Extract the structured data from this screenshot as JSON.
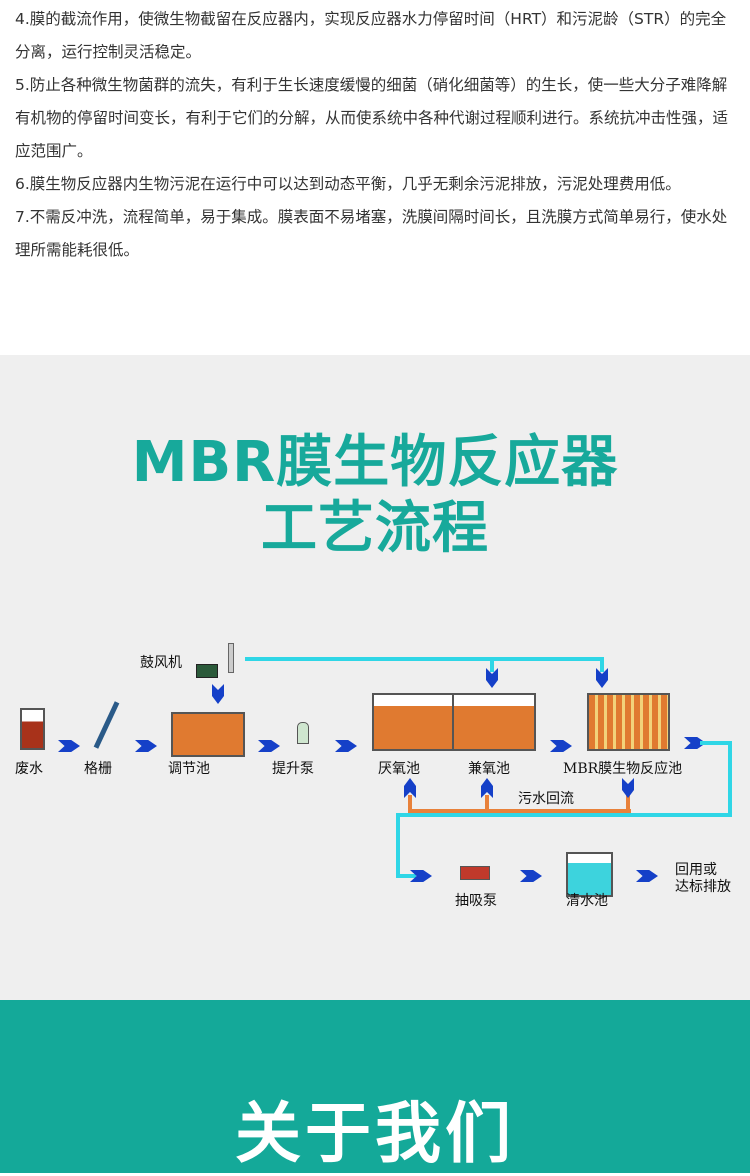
{
  "paragraphs": [
    "4.膜的截流作用，使微生物截留在反应器内，实现反应器水力停留时间（HRT）和污泥龄（STR）的完全分离，运行控制灵活稳定。",
    "5.防止各种微生物菌群的流失，有利于生长速度缓慢的细菌（硝化细菌等）的生长，使一些大分子难降解有机物的停留时间变长，有利于它们的分解，从而使系统中各种代谢过程顺利进行。系统抗冲击性强，适应范围广。",
    "6.膜生物反应器内生物污泥在运行中可以达到动态平衡，几乎无剩余污泥排放，污泥处理费用低。",
    "7.不需反冲洗，流程简单，易于集成。膜表面不易堵塞，洗膜间隔时间长，且洗膜方式简单易行，使水处理所需能耗很低。"
  ],
  "title_line1": "MBR膜生物反应器",
  "title_line2": "工艺流程",
  "diagram": {
    "blower": "鼓风机",
    "wastewater": "废水",
    "grille": "格栅",
    "regulating_tank": "调节池",
    "lift_pump": "提升泵",
    "anaerobic": "厌氧池",
    "anoxic": "兼氧池",
    "mbr": "MBR膜生物反应池",
    "recirculation": "污水回流",
    "suction_pump": "抽吸泵",
    "clear_tank": "清水池",
    "reuse_line1": "回用或",
    "reuse_line2": "达标排放"
  },
  "footer_title": "关于我们",
  "colors": {
    "teal": "#17a99b",
    "cyan": "#2fd6e6",
    "orange": "#e8813a",
    "arrow": "#1540c8"
  }
}
